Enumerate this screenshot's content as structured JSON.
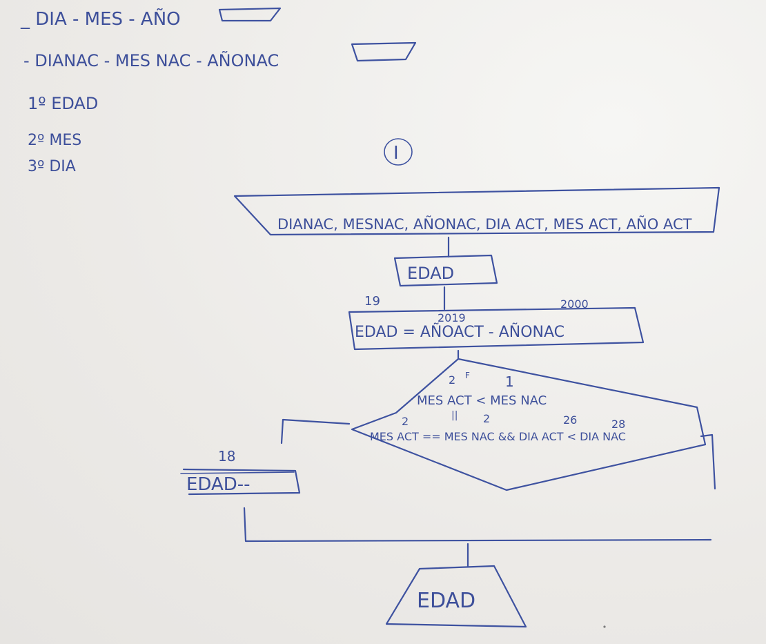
{
  "header_notes": {
    "line1": "_ DIA - MES - AÑO",
    "line2": "- DIANAC - MES NAC - AÑONAC"
  },
  "priority_list": {
    "item1": "1º EDAD",
    "item2": "2º MES",
    "item3": "3º DIA"
  },
  "section_label": "I",
  "flowchart": {
    "input_label": "DIANAC, MESNAC, AÑONAC, DIA ACT, MES ACT, AÑO ACT",
    "process1_label": "EDAD",
    "process2_label": "EDAD = AÑOACT - AÑONAC",
    "process2_annot_left": "19",
    "process2_annot_mid": "2019",
    "process2_annot_right": "2000",
    "decision_line1": "MES ACT < MES NAC",
    "decision_line2": "MES ACT == MES NAC && DIA ACT < DIA NAC",
    "decision_annot_a": "2",
    "decision_annot_f": "F",
    "decision_annot_b": "1",
    "decision_annot_c": "2",
    "decision_annot_or": "||",
    "decision_annot_d": "2",
    "decision_annot_e": "26",
    "decision_annot_g": "28",
    "branch_annot": "18",
    "branch_label": "EDAD--",
    "output_label": "EDAD"
  }
}
